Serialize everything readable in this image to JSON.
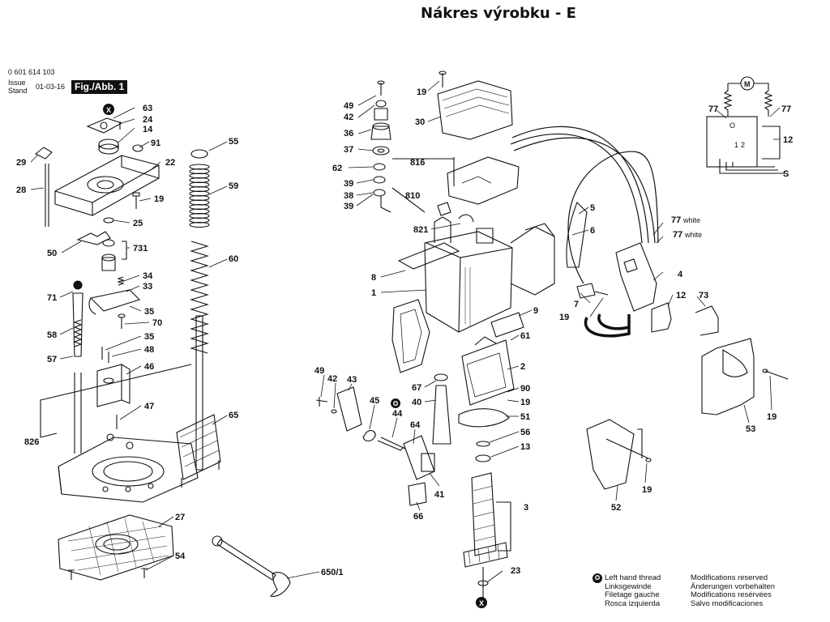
{
  "title": "Nákres výrobku - E",
  "header": {
    "doc_number": "0 601 614 103",
    "issue_label_1": "Issue",
    "issue_label_2": "Stand",
    "issue_date": "01-03-16",
    "figure_badge": "Fig./Abb. 1"
  },
  "markers": {
    "star": "✪",
    "x": "X"
  },
  "colors": {
    "line": "#111111",
    "badge_bg": "#111111",
    "background": "#ffffff"
  },
  "part_labels": {
    "p63": "63",
    "p24": "24",
    "p14": "14",
    "p91": "91",
    "p22": "22",
    "p29": "29",
    "p28": "28",
    "p19a": "19",
    "p25": "25",
    "p50": "50",
    "p731": "731",
    "p34": "34",
    "p33": "33",
    "p71": "71",
    "p35a": "35",
    "p70": "70",
    "p58": "58",
    "p35b": "35",
    "p48": "48",
    "p57": "57",
    "p46": "46",
    "p826": "826",
    "p47": "47",
    "p55": "55",
    "p59": "59",
    "p60": "60",
    "p65": "65",
    "p27": "27",
    "p54": "54",
    "p650": "650/1",
    "p49a": "49",
    "p42a": "42",
    "p36": "36",
    "p37": "37",
    "p62": "62",
    "p39a": "39",
    "p38": "38",
    "p39b": "39",
    "p19b": "19",
    "p30": "30",
    "p816": "816",
    "p810": "810",
    "p821": "821",
    "p5": "5",
    "p6": "6",
    "p8": "8",
    "p1": "1",
    "p9": "9",
    "p61": "61",
    "p2": "2",
    "p67": "67",
    "p40": "40",
    "p90": "90",
    "p19c": "19",
    "p51": "51",
    "p56": "56",
    "p13": "13",
    "p49b": "49",
    "p42b": "42",
    "p43": "43",
    "p45": "45",
    "p44": "44",
    "p64": "64",
    "p41": "41",
    "p66": "66",
    "p3": "3",
    "p23": "23",
    "p77a": "77",
    "p77b": "77",
    "p12a": "12",
    "p77w1": "77",
    "p77w2": "77",
    "white": "white",
    "p4": "4",
    "p7": "7",
    "p19d": "19",
    "p12b": "12",
    "p73": "73",
    "p53": "53",
    "p19e": "19",
    "p52": "52",
    "p19f": "19",
    "sw_o": "O",
    "sw_1": "1",
    "sw_2": "2",
    "sw_s": "S",
    "motor_m": "M"
  },
  "legend": {
    "thread_en": "Left hand thread",
    "thread_de": "Linksgewinde",
    "thread_fr": "Filetage gauche",
    "thread_it": "Rosca izquierda",
    "mod_en": "Modifications reserved",
    "mod_de": "Änderungen vorbehalten",
    "mod_fr": "Modifications resérvées",
    "mod_it": "Salvo modificaciones"
  }
}
